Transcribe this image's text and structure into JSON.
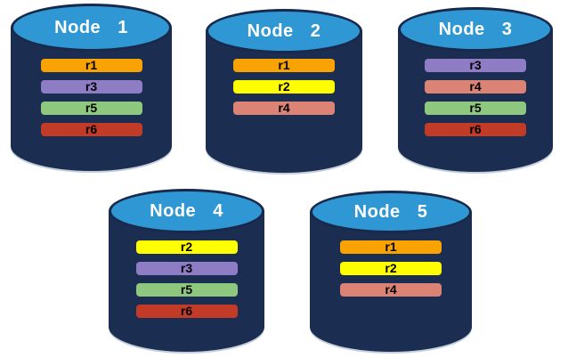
{
  "cylinder": {
    "body_color": "#1C2D52",
    "top_color": "#2F97D4",
    "top_border_color": "#18294B",
    "bottom_edge_color": "#C3CFDC",
    "label_color": "#FFFFFF",
    "bar_text_color": "#000000"
  },
  "replica_colors": {
    "r1": "#F9A302",
    "r2": "#FFFF00",
    "r3": "#8E7CC5",
    "r4": "#DB8476",
    "r5": "#8EC87E",
    "r6": "#C23B26"
  },
  "nodes": [
    {
      "label": "Node 1",
      "replicas": [
        "r1",
        "r3",
        "r5",
        "r6"
      ]
    },
    {
      "label": "Node 2",
      "replicas": [
        "r1",
        "r2",
        "r4"
      ]
    },
    {
      "label": "Node 3",
      "replicas": [
        "r3",
        "r4",
        "r5",
        "r6"
      ]
    },
    {
      "label": "Node 4",
      "replicas": [
        "r2",
        "r3",
        "r5",
        "r6"
      ]
    },
    {
      "label": "Node 5",
      "replicas": [
        "r1",
        "r2",
        "r4"
      ]
    }
  ]
}
